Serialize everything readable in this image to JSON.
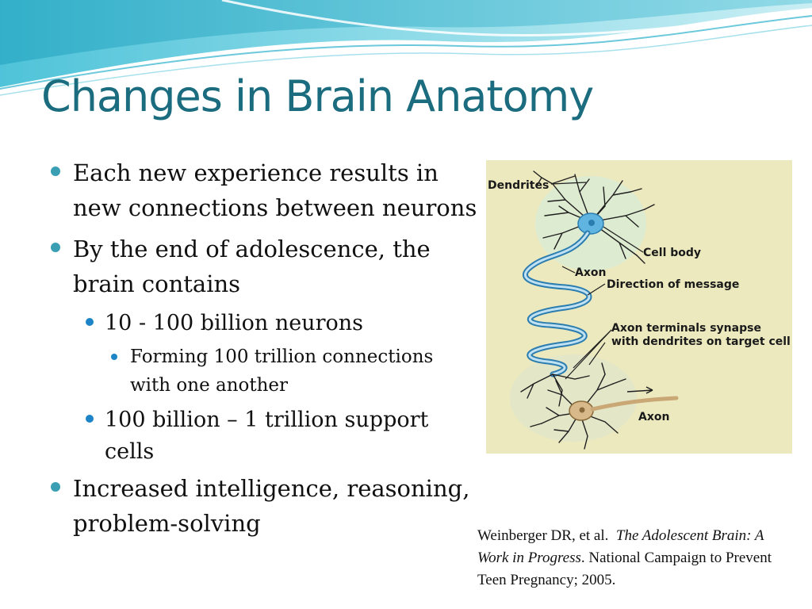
{
  "slide": {
    "title": "Changes in Brain Anatomy",
    "theme_colors": {
      "title": "#1a6c7e",
      "bullet_level1": "#3a9fb3",
      "bullet_level2": "#1d85c7",
      "figure_background": "#ece9bf"
    }
  },
  "bullets": {
    "b1": "Each new experience results in new connections between neurons",
    "b2": "By the end of adolescence, the brain contains",
    "b2_1": "10 - 100 billion neurons",
    "b2_1_1": "Forming 100 trillion connections with one another",
    "b2_2": "100 billion – 1 trillion support cells",
    "b3": "Increased intelligence, reasoning, problem-solving"
  },
  "figure": {
    "labels": {
      "dendrites": "Dendrites",
      "cell_body": "Cell body",
      "axon_top": "Axon",
      "direction": "Direction of message",
      "terminals_line1": "Axon terminals synapse",
      "terminals_line2": "with dendrites on target cell",
      "axon_bottom": "Axon"
    }
  },
  "citation": {
    "authors": "Weinberger DR, et al.",
    "title": "The Adolescent Brain: A Work in Progress",
    "publisher": ".  National Campaign to Prevent Teen Pregnancy; 2005."
  }
}
